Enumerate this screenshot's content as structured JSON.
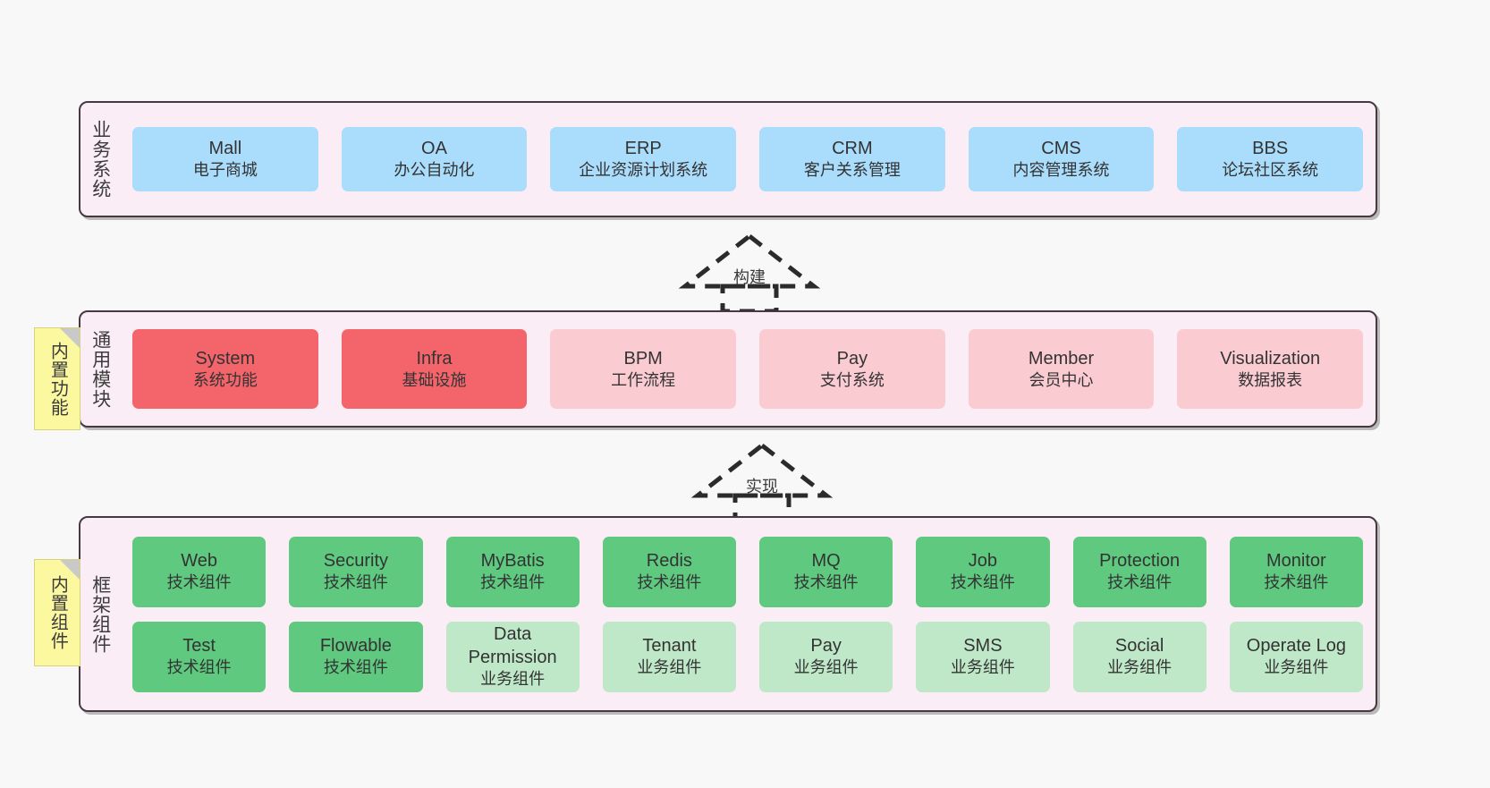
{
  "diagram": {
    "background_color": "#f8f8f8",
    "panel_color": "#faedf5",
    "panel_border_color": "#46393f"
  },
  "notes": [
    {
      "name": "builtin-functions",
      "text": "内置功能",
      "color": "#fbf8a0"
    },
    {
      "name": "builtin-components",
      "text": "内置组件",
      "color": "#fbf8a0"
    }
  ],
  "connectors": [
    {
      "name": "build",
      "label": "构建",
      "style": "dashed-generalization"
    },
    {
      "name": "implement",
      "label": "实现",
      "style": "dashed-generalization"
    }
  ],
  "layers": {
    "business": {
      "title": "业务系统",
      "rows": [
        [
          {
            "name": "mall",
            "title": "Mall",
            "subtitle": "电子商城",
            "color": "#aadcfb"
          },
          {
            "name": "oa",
            "title": "OA",
            "subtitle": "办公自动化",
            "color": "#aadcfb"
          },
          {
            "name": "erp",
            "title": "ERP",
            "subtitle": "企业资源计划系统",
            "color": "#aadcfb"
          },
          {
            "name": "crm",
            "title": "CRM",
            "subtitle": "客户关系管理",
            "color": "#aadcfb"
          },
          {
            "name": "cms",
            "title": "CMS",
            "subtitle": "内容管理系统",
            "color": "#aadcfb"
          },
          {
            "name": "bbs",
            "title": "BBS",
            "subtitle": "论坛社区系统",
            "color": "#aadcfb"
          }
        ]
      ]
    },
    "modules": {
      "title": "通用模块",
      "rows": [
        [
          {
            "name": "system",
            "title": "System",
            "subtitle": "系统功能",
            "color": "#f4656b"
          },
          {
            "name": "infra",
            "title": "Infra",
            "subtitle": "基础设施",
            "color": "#f4656b"
          },
          {
            "name": "bpm",
            "title": "BPM",
            "subtitle": "工作流程",
            "color": "#fbcbd2"
          },
          {
            "name": "pay",
            "title": "Pay",
            "subtitle": "支付系统",
            "color": "#fbcbd2"
          },
          {
            "name": "member",
            "title": "Member",
            "subtitle": "会员中心",
            "color": "#fbcbd2"
          },
          {
            "name": "visualization",
            "title": "Visualization",
            "subtitle": "数据报表",
            "color": "#fbcbd2"
          }
        ]
      ]
    },
    "framework": {
      "title": "框架组件",
      "rows": [
        [
          {
            "name": "web",
            "title": "Web",
            "subtitle": "技术组件",
            "color": "#5ec97f"
          },
          {
            "name": "security",
            "title": "Security",
            "subtitle": "技术组件",
            "color": "#5ec97f"
          },
          {
            "name": "mybatis",
            "title": "MyBatis",
            "subtitle": "技术组件",
            "color": "#5ec97f"
          },
          {
            "name": "redis",
            "title": "Redis",
            "subtitle": "技术组件",
            "color": "#5ec97f"
          },
          {
            "name": "mq",
            "title": "MQ",
            "subtitle": "技术组件",
            "color": "#5ec97f"
          },
          {
            "name": "job",
            "title": "Job",
            "subtitle": "技术组件",
            "color": "#5ec97f"
          },
          {
            "name": "protection",
            "title": "Protection",
            "subtitle": "技术组件",
            "color": "#5ec97f"
          },
          {
            "name": "monitor",
            "title": "Monitor",
            "subtitle": "技术组件",
            "color": "#5ec97f"
          }
        ],
        [
          {
            "name": "test",
            "title": "Test",
            "subtitle": "技术组件",
            "color": "#5ec97f"
          },
          {
            "name": "flowable",
            "title": "Flowable",
            "subtitle": "技术组件",
            "color": "#5ec97f"
          },
          {
            "name": "data-permission",
            "title": "Data Permission",
            "subtitle": "业务组件",
            "color": "#bfe8c8"
          },
          {
            "name": "tenant",
            "title": "Tenant",
            "subtitle": "业务组件",
            "color": "#bfe8c8"
          },
          {
            "name": "pay",
            "title": "Pay",
            "subtitle": "业务组件",
            "color": "#bfe8c8"
          },
          {
            "name": "sms",
            "title": "SMS",
            "subtitle": "业务组件",
            "color": "#bfe8c8"
          },
          {
            "name": "social",
            "title": "Social",
            "subtitle": "业务组件",
            "color": "#bfe8c8"
          },
          {
            "name": "operate-log",
            "title": "Operate Log",
            "subtitle": "业务组件",
            "color": "#bfe8c8"
          }
        ]
      ]
    }
  }
}
